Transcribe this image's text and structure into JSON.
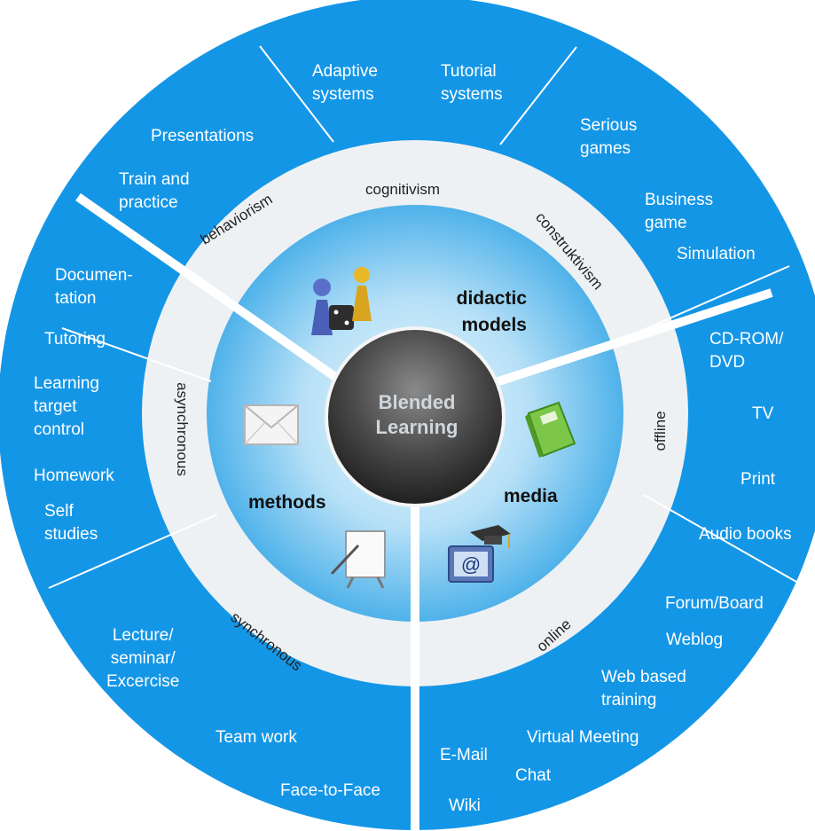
{
  "center": {
    "title": "Blended\nLearning"
  },
  "colors": {
    "outer": "#1496e6",
    "outer_edge": "#0a7cc6",
    "inner_ring": "#eef1f3",
    "core_light": "#d8eefb",
    "core_mid": "#5ab8ec",
    "hub_dark": "#3a3a3a"
  },
  "segments": {
    "didactic_models": "didactic\nmodels",
    "methods": "methods",
    "media": "media"
  },
  "ring": {
    "behaviorism": "behaviorism",
    "cognitivism": "cognitivism",
    "construktivism": "construktivism",
    "asynchronous": "asynchronous",
    "synchronous": "synchronous",
    "offline": "offline",
    "online": "online"
  },
  "outer": {
    "adaptive_systems": "Adaptive\nsystems",
    "tutorial_systems": "Tutorial\nsystems",
    "presentations": "Presentations",
    "train_and_practice": "Train and\npractice",
    "serious_games": "Serious\ngames",
    "business_game": "Business\ngame",
    "simulation": "Simulation",
    "documentation": "Documen-\ntation",
    "tutoring": "Tutoring",
    "learning_target_control": "Learning\ntarget\ncontrol",
    "homework": "Homework",
    "self_studies": "Self\nstudies",
    "cd_rom_dvd": "CD-ROM/\nDVD",
    "tv": "TV",
    "print": "Print",
    "audio_books": "Audio books",
    "lecture_seminar": "Lecture/\nseminar/\nExcercise",
    "team_work": "Team work",
    "face_to_face": "Face-to-Face",
    "forum_board": "Forum/Board",
    "weblog": "Weblog",
    "web_based_training": "Web based\ntraining",
    "virtual_meeting": "Virtual Meeting",
    "e_mail": "E-Mail",
    "chat": "Chat",
    "wiki": "Wiki"
  }
}
